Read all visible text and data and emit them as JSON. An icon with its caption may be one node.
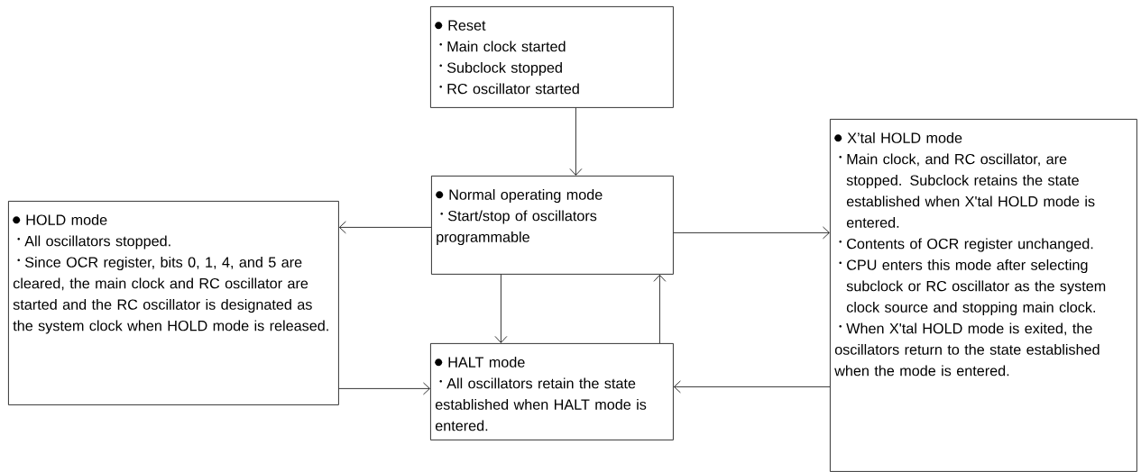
{
  "diagram": {
    "nodes": [
      {
        "text": [
          "Reset",
          "Main clock started",
          "Subclock stopped",
          "RC oscillator started"
        ]
      },
      {
        "text": [
          "HOLD mode",
          "All oscillators stopped.",
          "Since OCR register, bits 0, 1, 4, and 5 are cleared, the main clock and RC oscillator are started and the RC oscillator is designated as the system clock when HOLD mode is released."
        ]
      },
      {
        "text": [
          "Normal operating mode",
          "Start/stop of oscillators programmable"
        ]
      },
      {
        "text": [
          "X’tal HOLD mode",
          "Main clock, and RC oscillator, are stopped. Subclock retains the state established when X'tal HOLD mode is entered.",
          "Contents of OCR register unchanged.",
          "CPU enters this mode after selecting subclock or RC oscillator as the system clock source and stopping main clock.",
          "When X'tal HOLD mode is exited, the oscillators return to the state established when the mode is entered."
        ]
      },
      {
        "text": [
          "HALT mode",
          "All oscillators retain the state established when HALT mode is entered."
        ]
      }
    ],
    "edges": [
      {
        "from": 0,
        "to": 2,
        "arrow": "to"
      },
      {
        "from": 2,
        "to": 1,
        "arrow": "to"
      },
      {
        "from": 2,
        "to": 3,
        "arrow": "to"
      },
      {
        "from": 2,
        "to": 4,
        "arrow": "to"
      },
      {
        "from": 4,
        "to": 2,
        "arrow": "to"
      },
      {
        "from": 1,
        "to": 4,
        "arrow": "to"
      },
      {
        "from": 3,
        "to": 4,
        "arrow": "to"
      }
    ]
  }
}
